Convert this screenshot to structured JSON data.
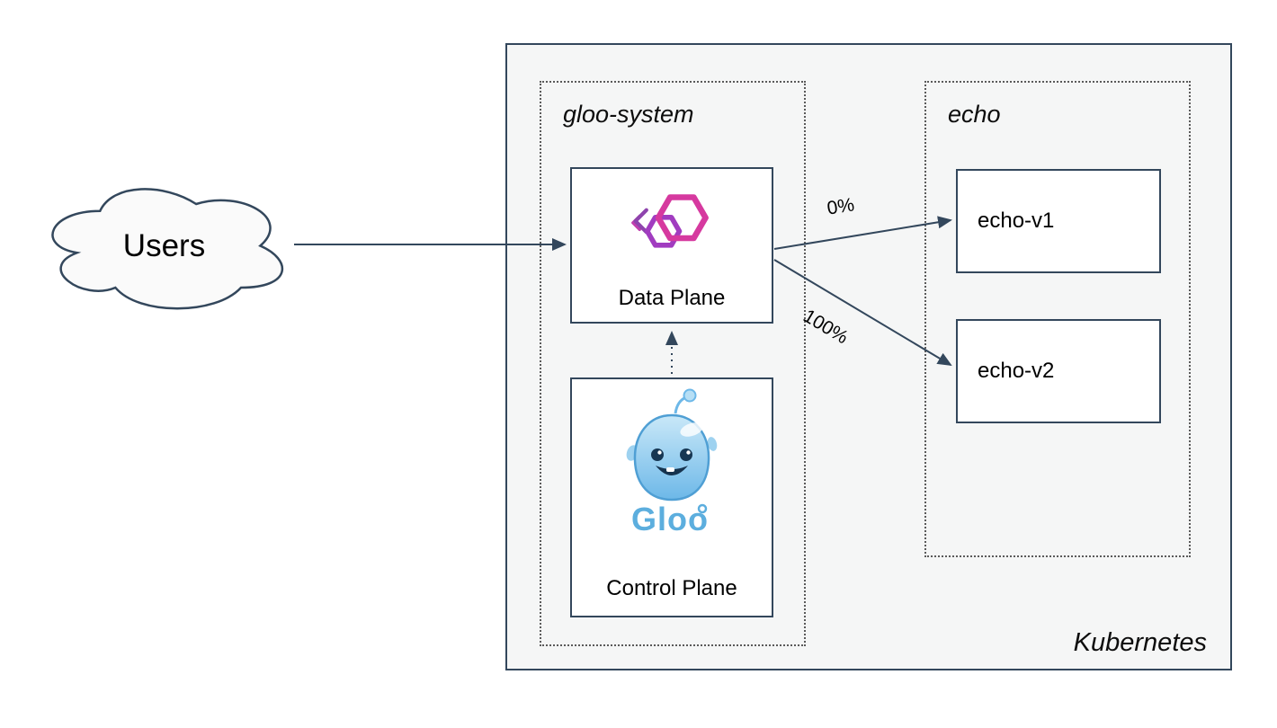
{
  "cluster": {
    "label": "Kubernetes"
  },
  "users": {
    "label": "Users"
  },
  "namespaces": {
    "gloo_system": {
      "label": "gloo-system"
    },
    "echo": {
      "label": "echo"
    }
  },
  "nodes": {
    "data_plane": {
      "label": "Data Plane"
    },
    "control_plane": {
      "label": "Control Plane",
      "logo": "Gloo"
    },
    "echo_v1": {
      "label": "echo-v1"
    },
    "echo_v2": {
      "label": "echo-v2"
    }
  },
  "edges": {
    "users_to_dataplane": {
      "from": "Users",
      "to": "Data Plane"
    },
    "dataplane_to_echo_v1": {
      "from": "Data Plane",
      "to": "echo-v1",
      "label": "0%"
    },
    "dataplane_to_echo_v2": {
      "from": "Data Plane",
      "to": "echo-v2",
      "label": "100%"
    },
    "controlplane_to_dataplane": {
      "from": "Control Plane",
      "to": "Data Plane",
      "style": "dotted"
    }
  },
  "colors": {
    "stroke": "#33475c",
    "cluster_bg": "#f5f6f6",
    "node_bg": "#ffffff",
    "gloo_pink": "#d6399f",
    "gloo_purple": "#a13cc0",
    "gloo_blue": "#5caede"
  }
}
